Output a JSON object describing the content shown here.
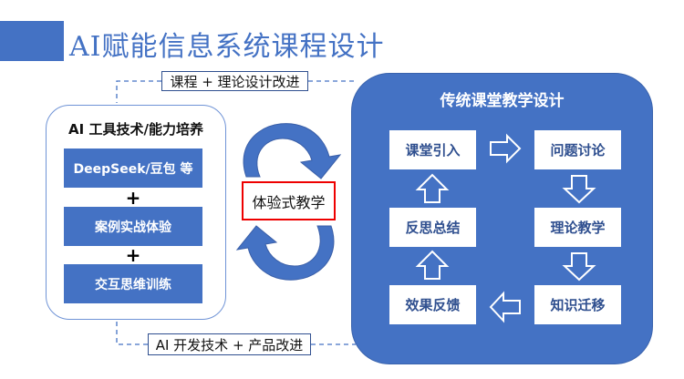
{
  "title": "AI赋能信息系统课程设计",
  "top_label": "课程 + 理论设计改进",
  "bottom_label": "AI 开发技术 + 产品改进",
  "left_panel": {
    "title": "AI 工具技术/能力培养",
    "items": [
      "DeepSeek/豆包 等",
      "案例实战体验",
      "交互思维训练"
    ],
    "plus": "+"
  },
  "center": {
    "label": "体验式教学"
  },
  "right_panel": {
    "title": "传统课堂教学设计",
    "steps": [
      "课堂引入",
      "问题讨论",
      "理论教学",
      "知识迁移",
      "效果反馈",
      "反思总结"
    ]
  },
  "colors": {
    "primary": "#4472c4",
    "highlight": "#ee0000"
  }
}
